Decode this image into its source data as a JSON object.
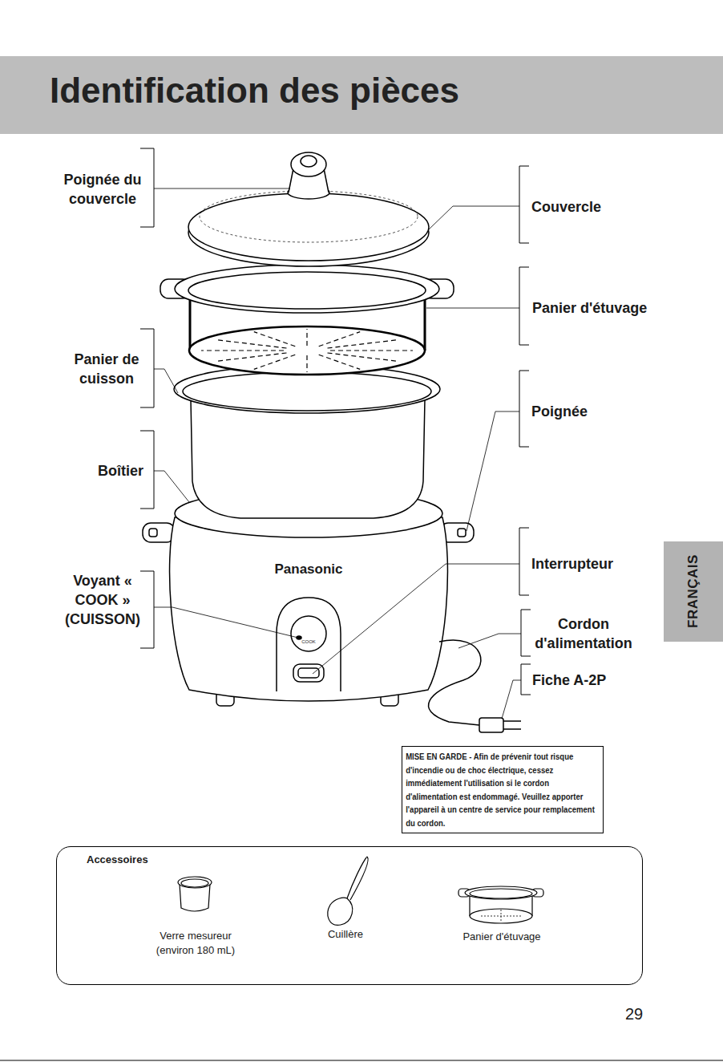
{
  "diagram": {
    "title": "Identification des pièces",
    "nodes": [
      {
        "text": [
          "FRANÇAIS"
        ]
      },
      {
        "text": [
          "MISE EN GARDE - Afin de prévenir tout risque d'incendie ou de choc électrique, cessez immédiatement l'utilisation si le cordon d'alimentation est endommagé. Veuillez apporter l'appareil à un centre de service pour remplacement du cordon."
        ]
      },
      {
        "text": [
          "Accessoires",
          "Verre mesureur (environ 180 mL)",
          "Cuillère",
          "Panier d'étuvage"
        ]
      }
    ],
    "labels": [
      "Poignée du couvercle",
      "Couvercle",
      "Panier d'étuvage",
      "Panier de cuisson",
      "Poignée",
      "Boîtier",
      "Interrupteur",
      "Voyant « COOK » (CUISSON)",
      "Cordon d'alimentation",
      "Fiche A-2P",
      "Panasonic",
      "COOK",
      "29"
    ]
  }
}
